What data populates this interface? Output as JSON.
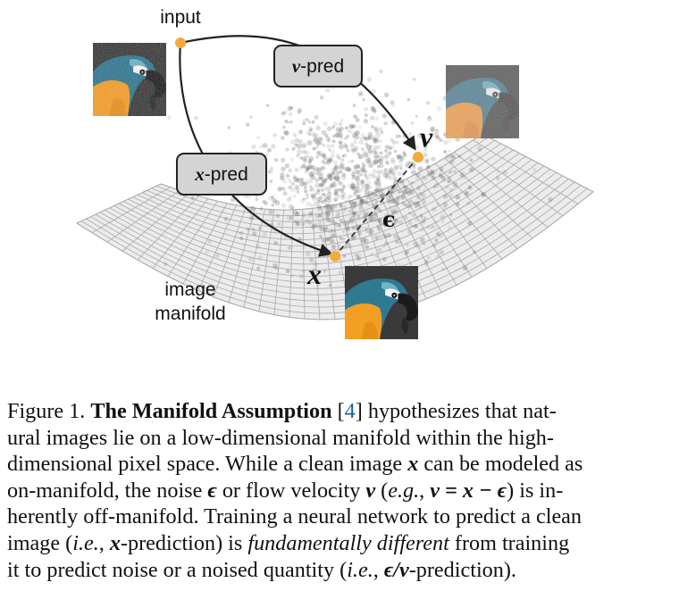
{
  "figure": {
    "labels": {
      "input": "input",
      "v_pred_box_math": "v",
      "v_pred_box_text": "-pred",
      "x_pred_box_math": "x",
      "x_pred_box_text": "-pred",
      "v_point": "v",
      "x_point": "x",
      "epsilon": "ϵ",
      "manifold_line1": "image",
      "manifold_line2": "manifold"
    },
    "colors": {
      "point": "#f5a93a",
      "box_fill": "#d4d4d4",
      "mesh_line": "#a9a9a9",
      "mesh_fill": "#ececec",
      "cloud": "#7a7a7a",
      "parrot_blue": "#2d6f86",
      "parrot_orange": "#f0a020"
    }
  },
  "caption": {
    "l1": {
      "a": "Figure 1. ",
      "b": "The Manifold Assumption",
      "c": " [",
      "ref": "4",
      "d": "] hypothesizes that nat-"
    },
    "l2": {
      "a": "ural images lie on a low-dimensional manifold within the high-"
    },
    "l3": {
      "a": "dimensional pixel space. While a clean image ",
      "x": "x",
      "b": " can be modeled as"
    },
    "l4": {
      "a": "on-manifold, the noise ",
      "eps": "ϵ",
      "b": " or flow velocity ",
      "v": "v",
      "c": " (",
      "eg": "e.g.",
      "d": ", ",
      "eq": "v = x − ϵ",
      "e": ") is in-"
    },
    "l5": {
      "a": "herently off-manifold. Training a neural network to predict a clean"
    },
    "l6": {
      "a": "image (",
      "ie": "i.e.",
      "b": ", ",
      "x": "x",
      "c": "-prediction) is ",
      "fd": "fundamentally different",
      "d": " from training"
    },
    "l7": {
      "a": "it to predict noise or a noised quantity (",
      "ie": "i.e.",
      "b": ", ",
      "ev": "ϵ/v",
      "c": "-prediction)."
    }
  }
}
